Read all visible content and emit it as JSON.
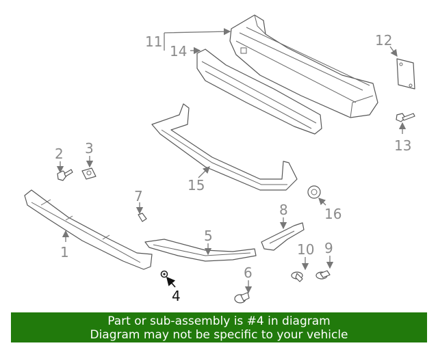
{
  "callouts": {
    "c1": "1",
    "c2": "2",
    "c3": "3",
    "c4": "4",
    "c5": "5",
    "c6": "6",
    "c7": "7",
    "c8": "8",
    "c9": "9",
    "c10": "10",
    "c11": "11",
    "c12": "12",
    "c13": "13",
    "c14": "14",
    "c15": "15",
    "c16": "16"
  },
  "highlighted_callout": "4",
  "banner": {
    "line1": "Part or sub-assembly is #4 in diagram",
    "line2": "Diagram may not be specific to your vehicle",
    "background_color": "#217a0c",
    "text_color": "#ffffff"
  },
  "colors": {
    "callout_gray": "#8a8a8a",
    "callout_active": "#111111",
    "line_art": "#555555"
  }
}
